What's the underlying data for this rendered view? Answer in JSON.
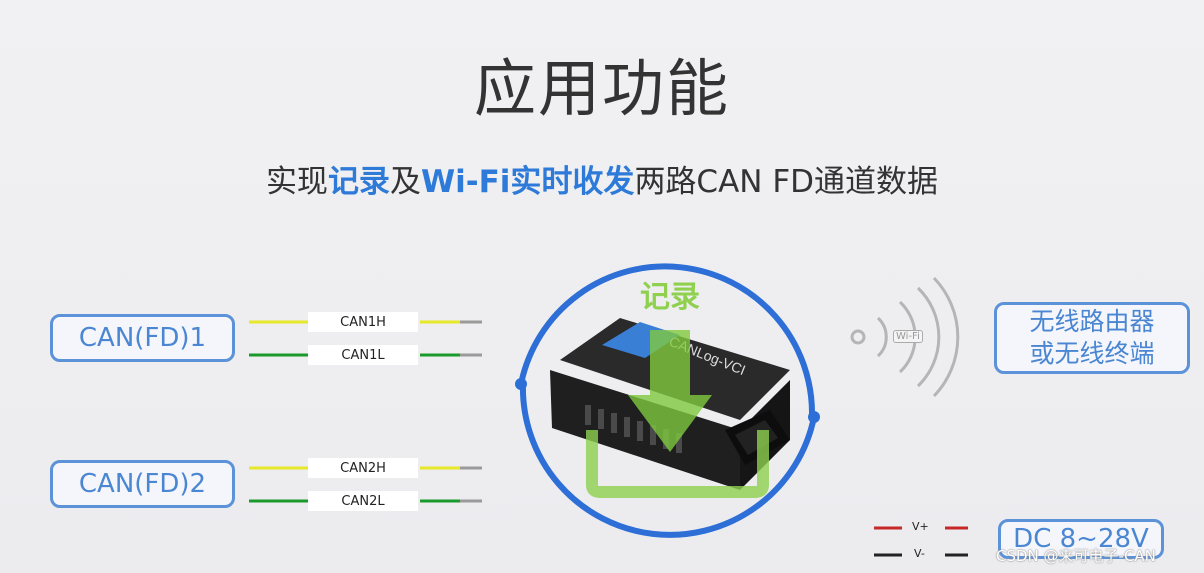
{
  "title": "应用功能",
  "subtitle": {
    "part1": "实现",
    "highlight1": "记录",
    "part2": "及",
    "highlight2": "Wi-Fi实时收发",
    "part3": "两路CAN FD通道数据"
  },
  "channels": [
    {
      "label": "CAN(FD)1",
      "wires": [
        "CAN1H",
        "CAN1L"
      ]
    },
    {
      "label": "CAN(FD)2",
      "wires": [
        "CAN2H",
        "CAN2L"
      ]
    }
  ],
  "record_label": "记录",
  "device_label": "CANLog-VCI",
  "wifi_label": "Wi-Fi",
  "router_label_line1": "无线路由器",
  "router_label_line2": "或无线终端",
  "power": {
    "pos": "V+",
    "neg": "V-",
    "range": "DC 8~28V"
  },
  "watermark": "CSDN @来可电子-CAN",
  "colors": {
    "accent": "#2d7ad8",
    "box_border": "#5b92d8",
    "record_green": "#8fd14f",
    "can_high": "#e8e82a",
    "can_low": "#1a9a2a"
  }
}
